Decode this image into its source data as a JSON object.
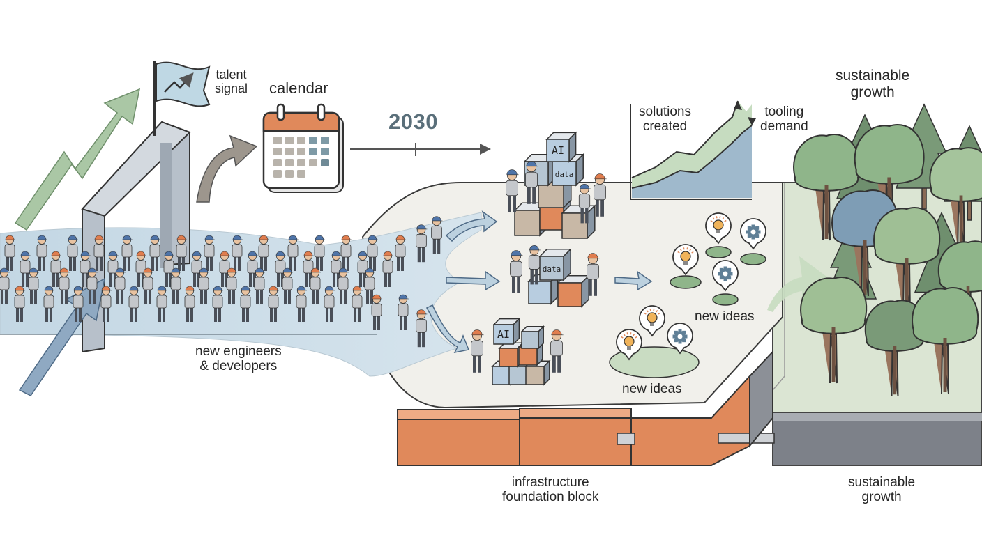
{
  "labels": {
    "talent_signal": [
      "talent",
      "signal"
    ],
    "calendar": "calendar",
    "year": "2030",
    "solutions_created": [
      "solutions",
      "created"
    ],
    "tooling_demand": [
      "tooling",
      "demand"
    ],
    "growth_top": [
      "sustainable",
      "growth"
    ],
    "new_engineers": [
      "new engineers",
      "& developers"
    ],
    "new_ideas_upper": "new ideas",
    "new_ideas_lower": "new ideas",
    "infrastructure": [
      "infrastructure",
      "foundation block"
    ],
    "growth_bottom": [
      "sustainable",
      "growth"
    ]
  },
  "block_labels": {
    "ai_top": "AI",
    "data_top": "data",
    "data_mid": "data",
    "ai_bottom": "AI"
  },
  "icons": [
    "flag-icon",
    "calendar-icon",
    "lightbulb-icon",
    "gear-icon",
    "tree-icon",
    "worker-icon",
    "arrow-icon"
  ],
  "colors": {
    "blue_flow": "#c9dbe6",
    "platform": "#f0efea",
    "orange_block": "#e08a5c",
    "green_arrow": "#a9c6a4",
    "forest_ground": "#d9e3d2",
    "worker_cap_blue": "#4f74a8",
    "worker_cap_orange": "#e07d4e"
  }
}
